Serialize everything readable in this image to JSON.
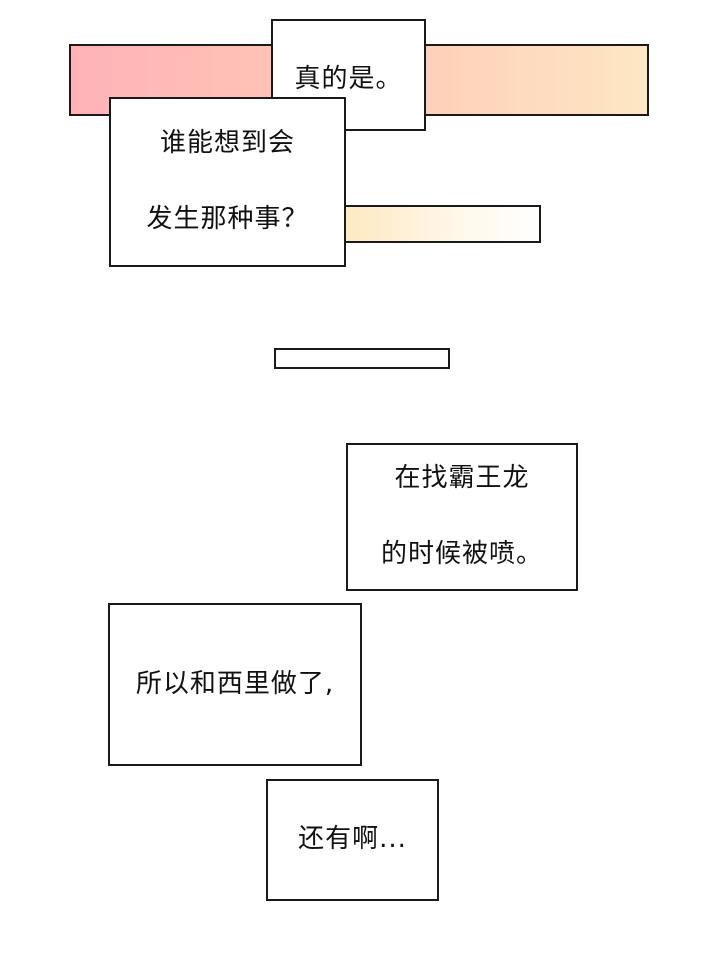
{
  "colors": {
    "gradient_strip_start": "#ffb3b8",
    "gradient_strip_end": "#fde7c4",
    "small_strip_start": "#fde7bd",
    "small_strip_end": "#ffffff",
    "border": "#1a1a1a",
    "background": "#ffffff"
  },
  "bubbles": {
    "really": "真的是。",
    "who_could_line1": "谁能想到会",
    "who_could_line2": "发生那种事？",
    "looking_line1": "在找霸王龙",
    "looking_line2": "的时候被喷。",
    "so_did": "所以和西里做了,",
    "and_also": "还有啊..."
  }
}
